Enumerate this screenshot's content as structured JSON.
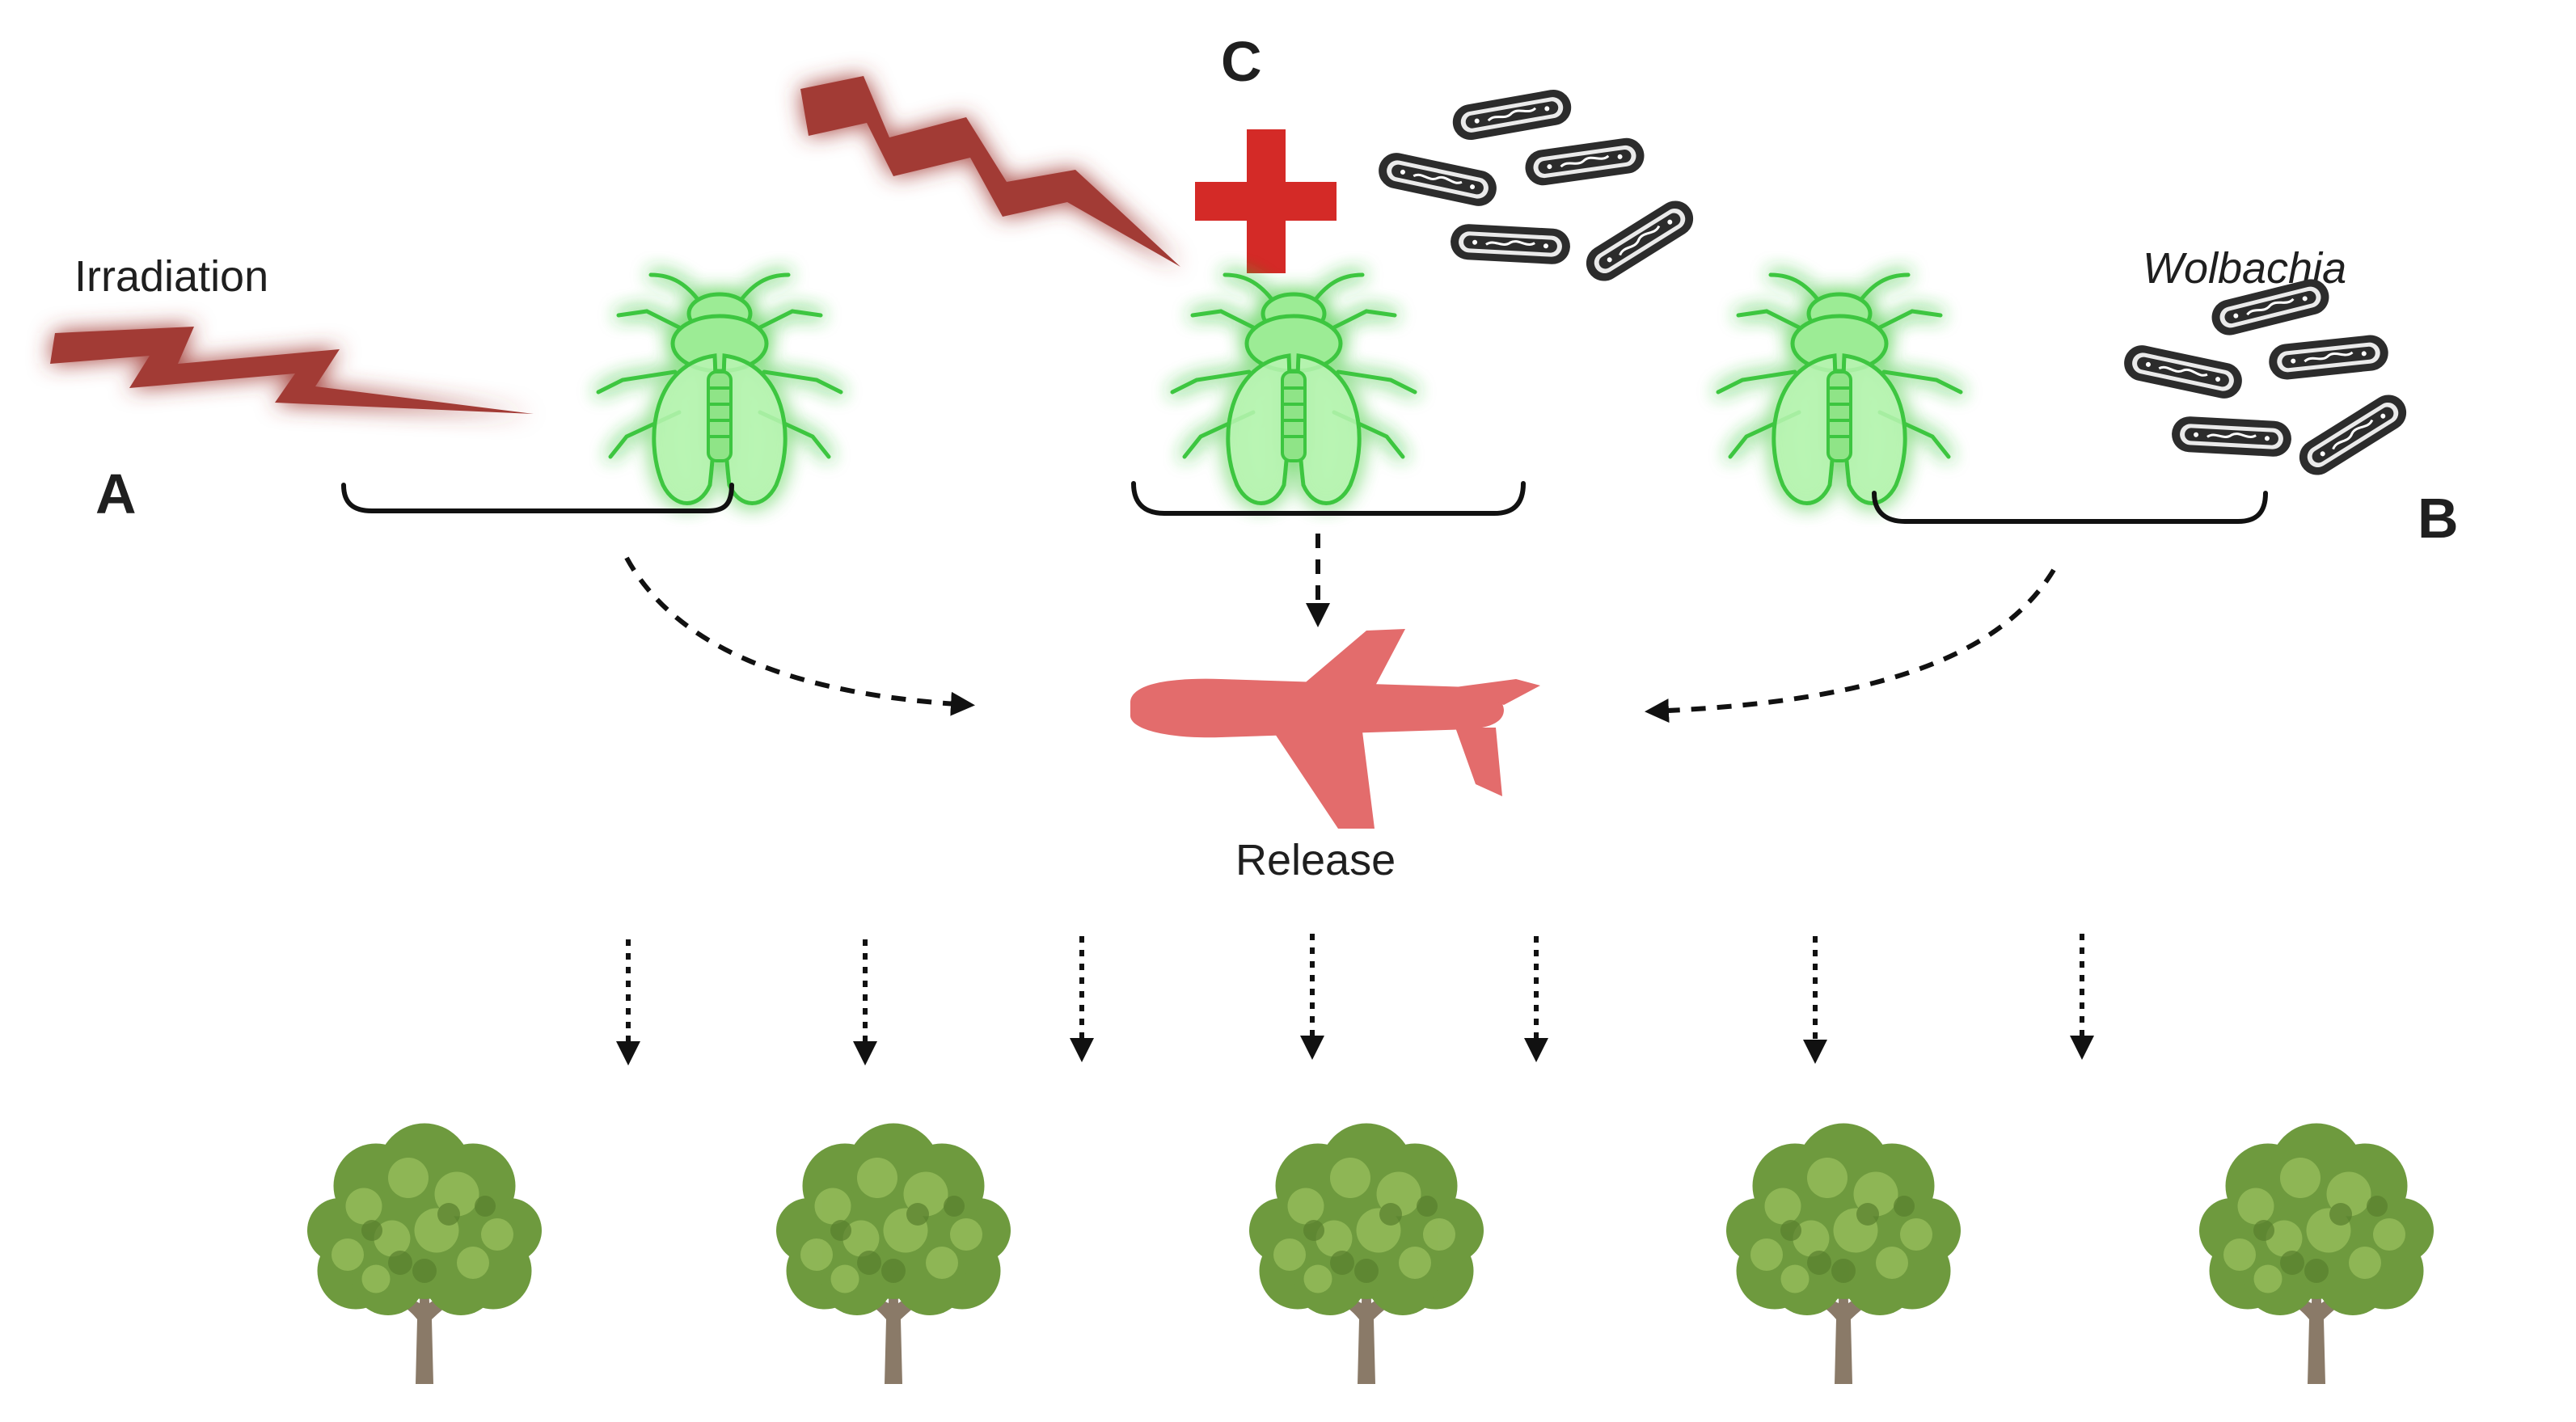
{
  "labels": {
    "panel_a": "A",
    "panel_b": "B",
    "panel_c": "C",
    "irradiation": "Irradiation",
    "wolbachia": "Wolbachia",
    "release": "Release"
  },
  "icons": {
    "irradiation": "lightning-bolt-icon",
    "insect": "psyllid-insect-icon",
    "bacteria": "wolbachia-bacteria-icon",
    "plus": "plus-icon",
    "airplane": "airplane-icon",
    "tree": "tree-icon"
  },
  "colors": {
    "irradiation": "#a23a36",
    "irradiation_glow": "#ff3b30",
    "insect": "#7fe07a",
    "insect_glow": "#37d63a",
    "plus": "#d42a27",
    "airplane": "#e36c6c",
    "bacteria": "#2c2c2c",
    "foliage": "#6e9a3e",
    "foliage_light": "#94bb5a",
    "trunk": "#8a7a68"
  }
}
